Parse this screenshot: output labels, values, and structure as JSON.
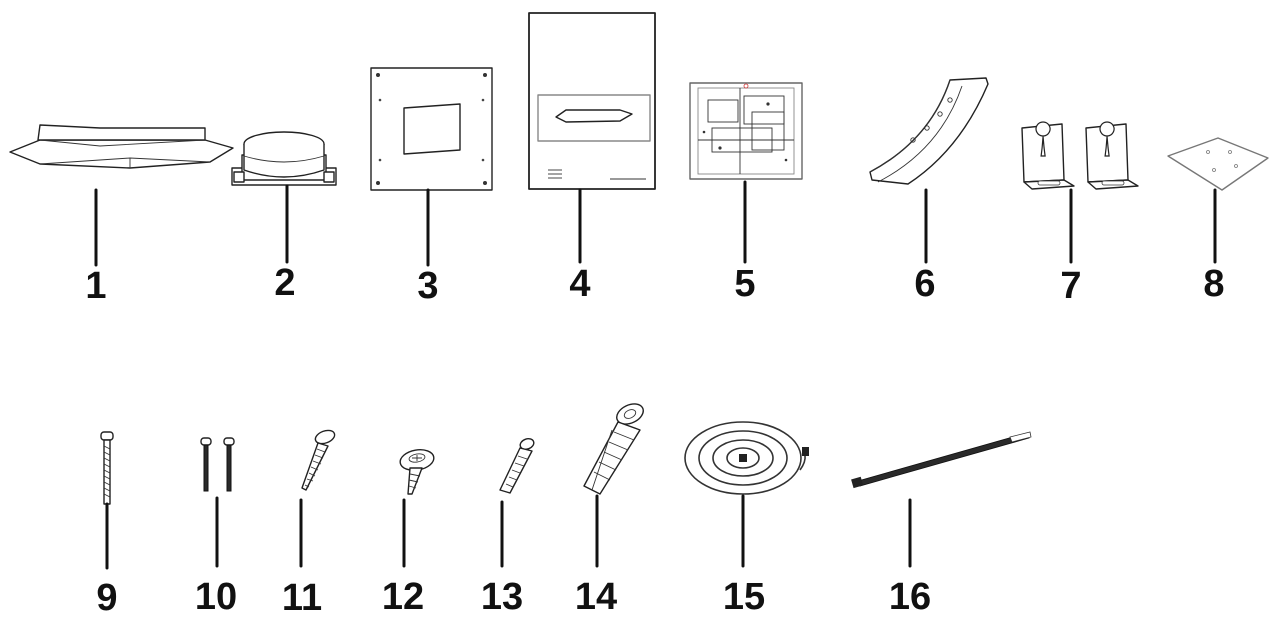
{
  "parts": [
    {
      "number": "1",
      "icon": "ceiling-mount-cover"
    },
    {
      "number": "2",
      "icon": "round-mounting-adapter"
    },
    {
      "number": "3",
      "icon": "mounting-plate"
    },
    {
      "number": "4",
      "icon": "instruction-manual"
    },
    {
      "number": "5",
      "icon": "drilling-template"
    },
    {
      "number": "6",
      "icon": "curved-bracket"
    },
    {
      "number": "7",
      "icon": "keyhole-l-brackets"
    },
    {
      "number": "8",
      "icon": "small-base-plate"
    },
    {
      "number": "9",
      "icon": "long-machine-screw"
    },
    {
      "number": "10",
      "icon": "pair-of-machine-screws"
    },
    {
      "number": "11",
      "icon": "tapping-screw"
    },
    {
      "number": "12",
      "icon": "flange-head-screw"
    },
    {
      "number": "13",
      "icon": "small-wall-anchor"
    },
    {
      "number": "14",
      "icon": "large-wall-anchor"
    },
    {
      "number": "15",
      "icon": "coiled-cable"
    },
    {
      "number": "16",
      "icon": "cable-tie"
    }
  ]
}
